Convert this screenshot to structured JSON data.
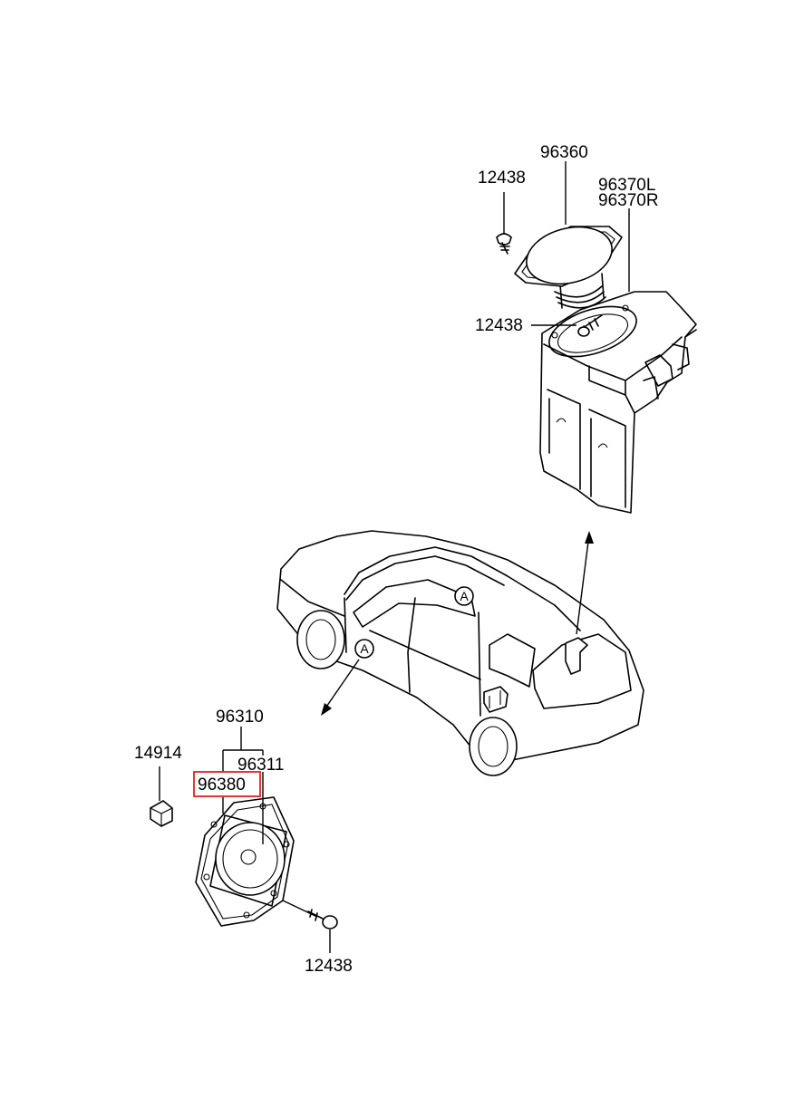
{
  "labels": {
    "p96360": "96360",
    "p12438_top": "12438",
    "p96370l": "96370L",
    "p96370r": "96370R",
    "p12438_mid": "12438",
    "p96310": "96310",
    "p96311": "96311",
    "p14914": "14914",
    "p96380": "96380",
    "p12438_bottom": "12438"
  },
  "location_marks": {
    "a1": "A",
    "a2": "A"
  },
  "highlight": {
    "part": "96380",
    "color": "#e02020"
  }
}
